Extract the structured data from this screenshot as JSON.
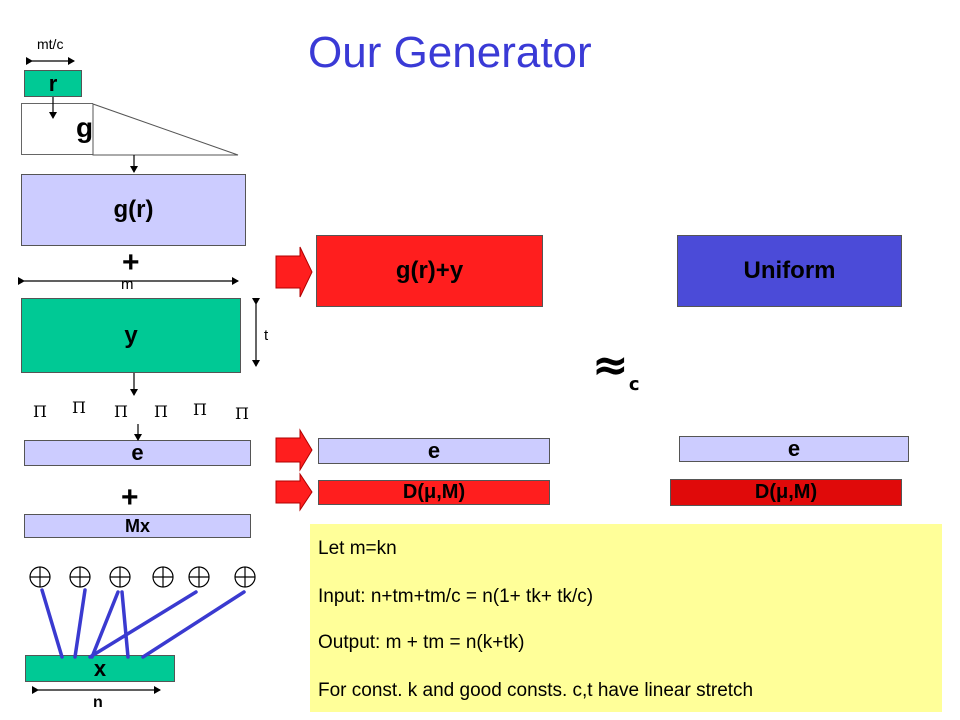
{
  "title": "Our Generator",
  "left_column": {
    "mtc_label": "mt/c",
    "r_label": "r",
    "g_label": "g",
    "gr_label": "g(r)",
    "plus1": "+",
    "m_label": "m",
    "y_label": "y",
    "t_label": "t",
    "pi_symbol": "Π",
    "e_label": "e",
    "plus2": "+",
    "mx_label": "Mx",
    "x_label": "x",
    "n_label": "n"
  },
  "middle": {
    "gry_label": "g(r)+y",
    "e_label": "e",
    "d_label": "D(μ,M)"
  },
  "right": {
    "uniform_label": "Uniform",
    "e_label": "e",
    "d_label": "D(μ,M)"
  },
  "approx": {
    "symbol": "≈",
    "subscript": "c"
  },
  "notes": {
    "line1": "Let m=kn",
    "line2": "Input: n+tm+tm/c = n(1+ tk+ tk/c)",
    "line3": "Output: m + tm = n(k+tk)",
    "line4": "For const. k and good consts. c,t have linear stretch"
  },
  "colors": {
    "title": "#3a3ad6",
    "teal": "#00c995",
    "lavender": "#ccccff",
    "red": "#ff1e1e",
    "uniform_blue": "#4b4bd8",
    "dark_red": "#e00a0a",
    "yellow": "#ffff99",
    "link_blue": "#3a3ad0"
  }
}
